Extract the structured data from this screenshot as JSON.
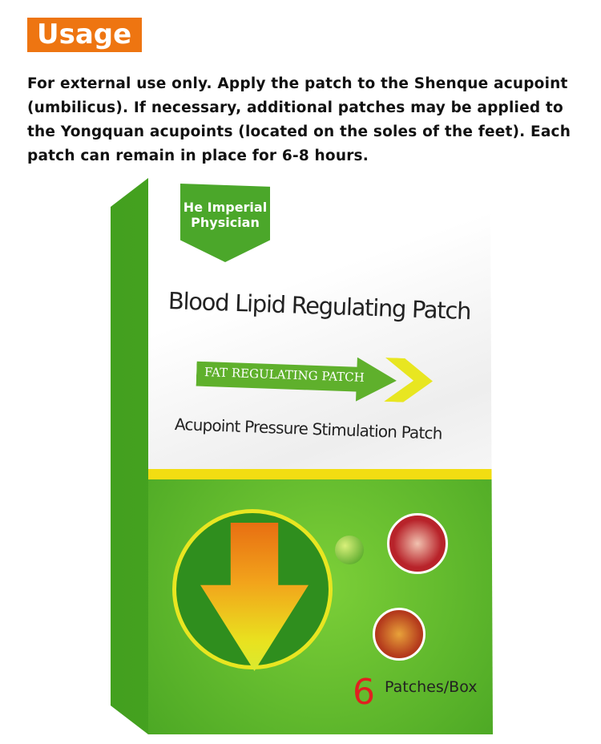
{
  "header": {
    "title": "Usage"
  },
  "description": "For external use only. Apply the patch to the Shenque acupoint (umbilicus). If necessary, additional patches may be applied to the Yongquan acupoints (located on the soles of the feet). Each patch can remain in place for 6-8 hours.",
  "product": {
    "brand": "He Imperial Physician",
    "name": "Blood Lipid Regulating Patch",
    "arrow_label": "FAT REGULATING PATCH",
    "subtitle": "Acupoint Pressure Stimulation Patch",
    "count": "6",
    "count_label": "Patches/Box"
  },
  "colors": {
    "accent": "#ee7511",
    "green": "#4ba724",
    "yellow": "#f2dd12"
  }
}
